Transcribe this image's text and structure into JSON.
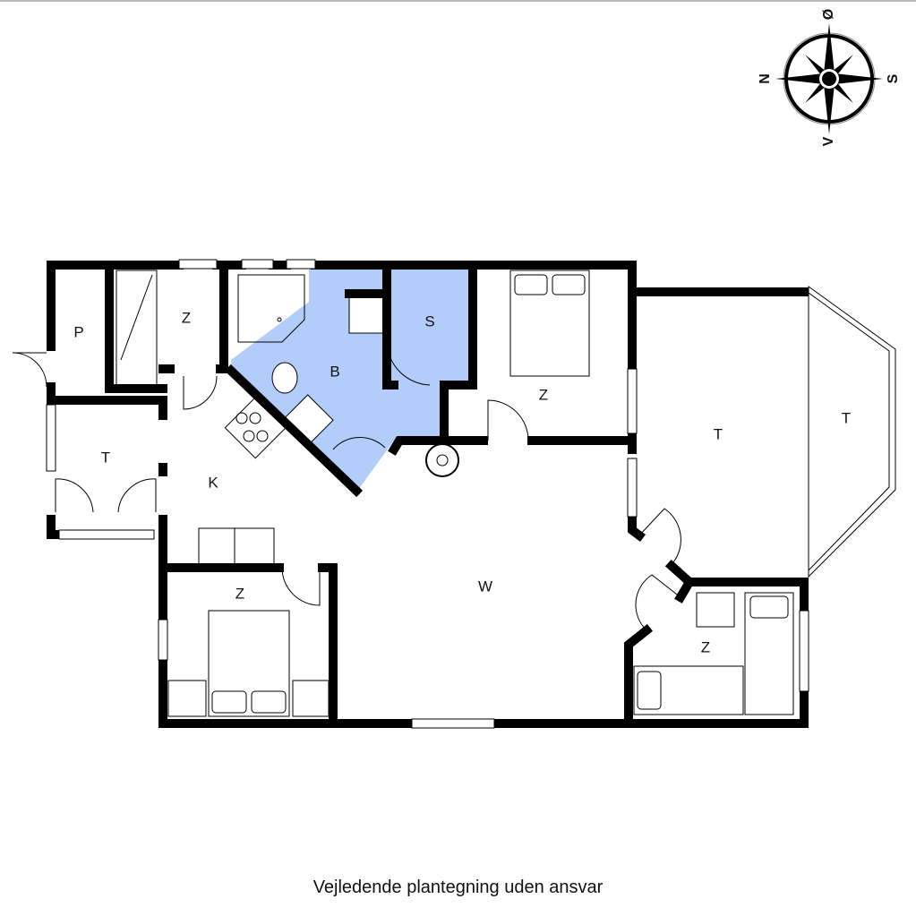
{
  "caption": "Vejledende plantegning uden ansvar",
  "compass": {
    "top": "Ø",
    "left": "N",
    "right": "S",
    "bottom": "V"
  },
  "rooms": {
    "p": "P",
    "z_top_left": "Z",
    "b": "B",
    "s": "S",
    "z_top_mid": "Z",
    "t_left": "T",
    "k": "K",
    "t_right": "T",
    "t_terrace": "T",
    "w": "W",
    "z_bottom_left": "Z",
    "z_bottom_right": "Z"
  },
  "colors": {
    "bathroom": "#b3cdfb",
    "wall": "#000000"
  }
}
